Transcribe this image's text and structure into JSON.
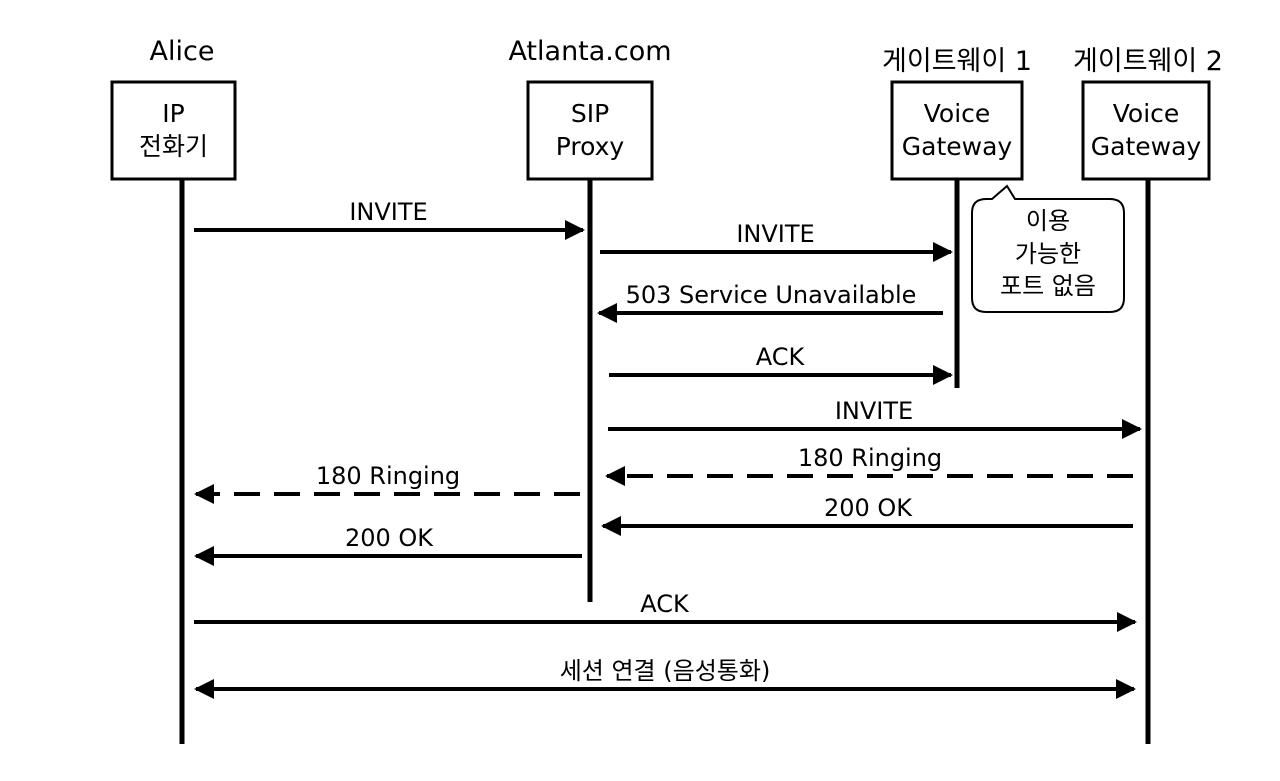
{
  "participants": [
    {
      "id": "alice",
      "name": "Alice",
      "box_lines": [
        "IP",
        "전화기"
      ]
    },
    {
      "id": "proxy",
      "name": "Atlanta.com",
      "box_lines": [
        "SIP",
        "Proxy"
      ]
    },
    {
      "id": "gw1",
      "name": "게이트웨이 1",
      "box_lines": [
        "Voice",
        "Gateway"
      ]
    },
    {
      "id": "gw2",
      "name": "게이트웨이 2",
      "box_lines": [
        "Voice",
        "Gateway"
      ]
    }
  ],
  "messages": [
    {
      "label": "INVITE",
      "from": "alice",
      "to": "proxy",
      "style": "solid",
      "direction": "single"
    },
    {
      "label": "INVITE",
      "from": "proxy",
      "to": "gw1",
      "style": "solid",
      "direction": "single"
    },
    {
      "label": "503 Service Unavailable",
      "from": "gw1",
      "to": "proxy",
      "style": "solid",
      "direction": "single"
    },
    {
      "label": "ACK",
      "from": "proxy",
      "to": "gw1",
      "style": "solid",
      "direction": "single"
    },
    {
      "label": "INVITE",
      "from": "proxy",
      "to": "gw2",
      "style": "solid",
      "direction": "single"
    },
    {
      "label": "180 Ringing",
      "from": "gw2",
      "to": "proxy",
      "style": "dashed",
      "direction": "single"
    },
    {
      "label": "180 Ringing",
      "from": "proxy",
      "to": "alice",
      "style": "dashed",
      "direction": "single"
    },
    {
      "label": "200 OK",
      "from": "gw2",
      "to": "proxy",
      "style": "solid",
      "direction": "single"
    },
    {
      "label": "200 OK",
      "from": "proxy",
      "to": "alice",
      "style": "solid",
      "direction": "single"
    },
    {
      "label": "ACK",
      "from": "alice",
      "to": "gw2",
      "style": "solid",
      "direction": "single"
    },
    {
      "label": "세션 연결 (음성통화)",
      "from": "alice",
      "to": "gw2",
      "style": "solid",
      "direction": "both"
    }
  ],
  "note": {
    "attached_to": "gw1",
    "lines": [
      "이용",
      "가능한",
      "포트 없음"
    ]
  }
}
